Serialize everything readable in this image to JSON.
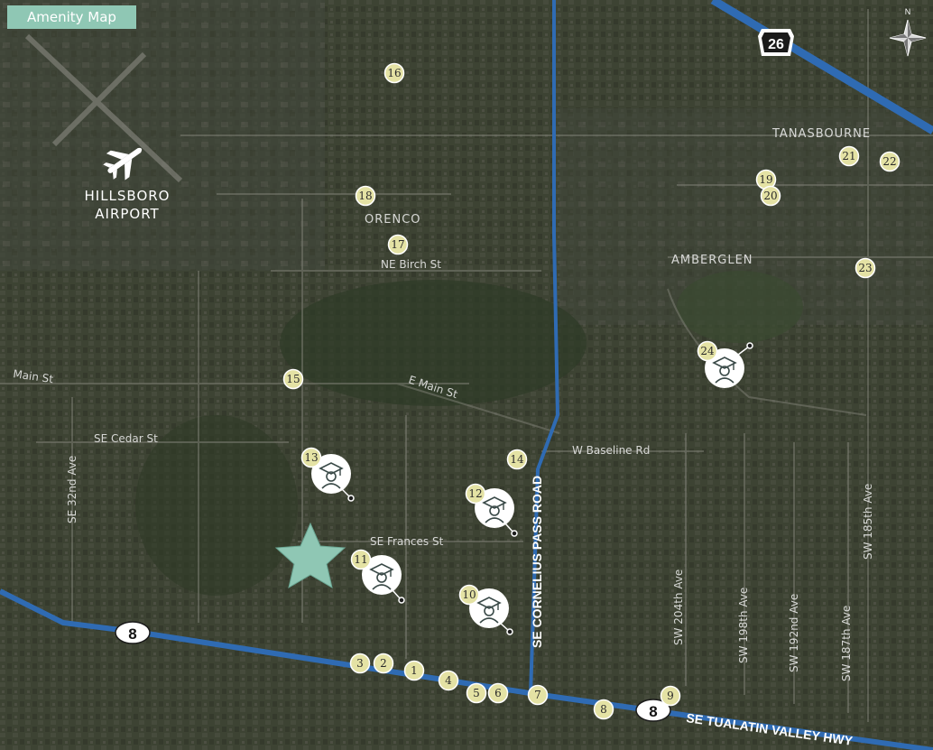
{
  "title": "Amenity Map",
  "airport": {
    "line1": "HILLSBORO",
    "line2": "AIRPORT",
    "icon": "airplane-icon"
  },
  "compass": {
    "label": "N",
    "icon": "compass-rose-icon"
  },
  "highways": {
    "us26": "26",
    "or8_west": "8",
    "or8_east": "8"
  },
  "roads": {
    "cornelius_pass": "SE CORNELIUS PASS ROAD",
    "tualatin_valley": "SE TUALATIN VALLEY HWY",
    "main_west": "Main St",
    "e_main": "E Main St",
    "w_baseline": "W Baseline Rd",
    "cedar": "SE Cedar St",
    "frances": "SE Frances St",
    "birch": "NE Birch St",
    "sw_204": "SW 204th Ave",
    "sw_198": "SW 198th Ave",
    "sw_192": "SW 192nd Ave",
    "sw_187": "SW 187th Ave",
    "sw_185": "SW 185th Ave",
    "se_32": "SE 32nd Ave"
  },
  "districts": {
    "orenco": "ORENCO",
    "amberglen": "AMBERGLEN",
    "tanasbourne": "TANASBOURNE"
  },
  "markers": [
    "1",
    "2",
    "3",
    "4",
    "5",
    "6",
    "7",
    "8",
    "9",
    "10",
    "11",
    "12",
    "13",
    "14",
    "15",
    "16",
    "17",
    "18",
    "19",
    "20",
    "21",
    "22",
    "23",
    "24"
  ],
  "colors": {
    "road_blue": "#2f6bb3",
    "star": "#8fc7b4",
    "marker_fill": "#e4e2a4",
    "frame": "#1e3533"
  }
}
